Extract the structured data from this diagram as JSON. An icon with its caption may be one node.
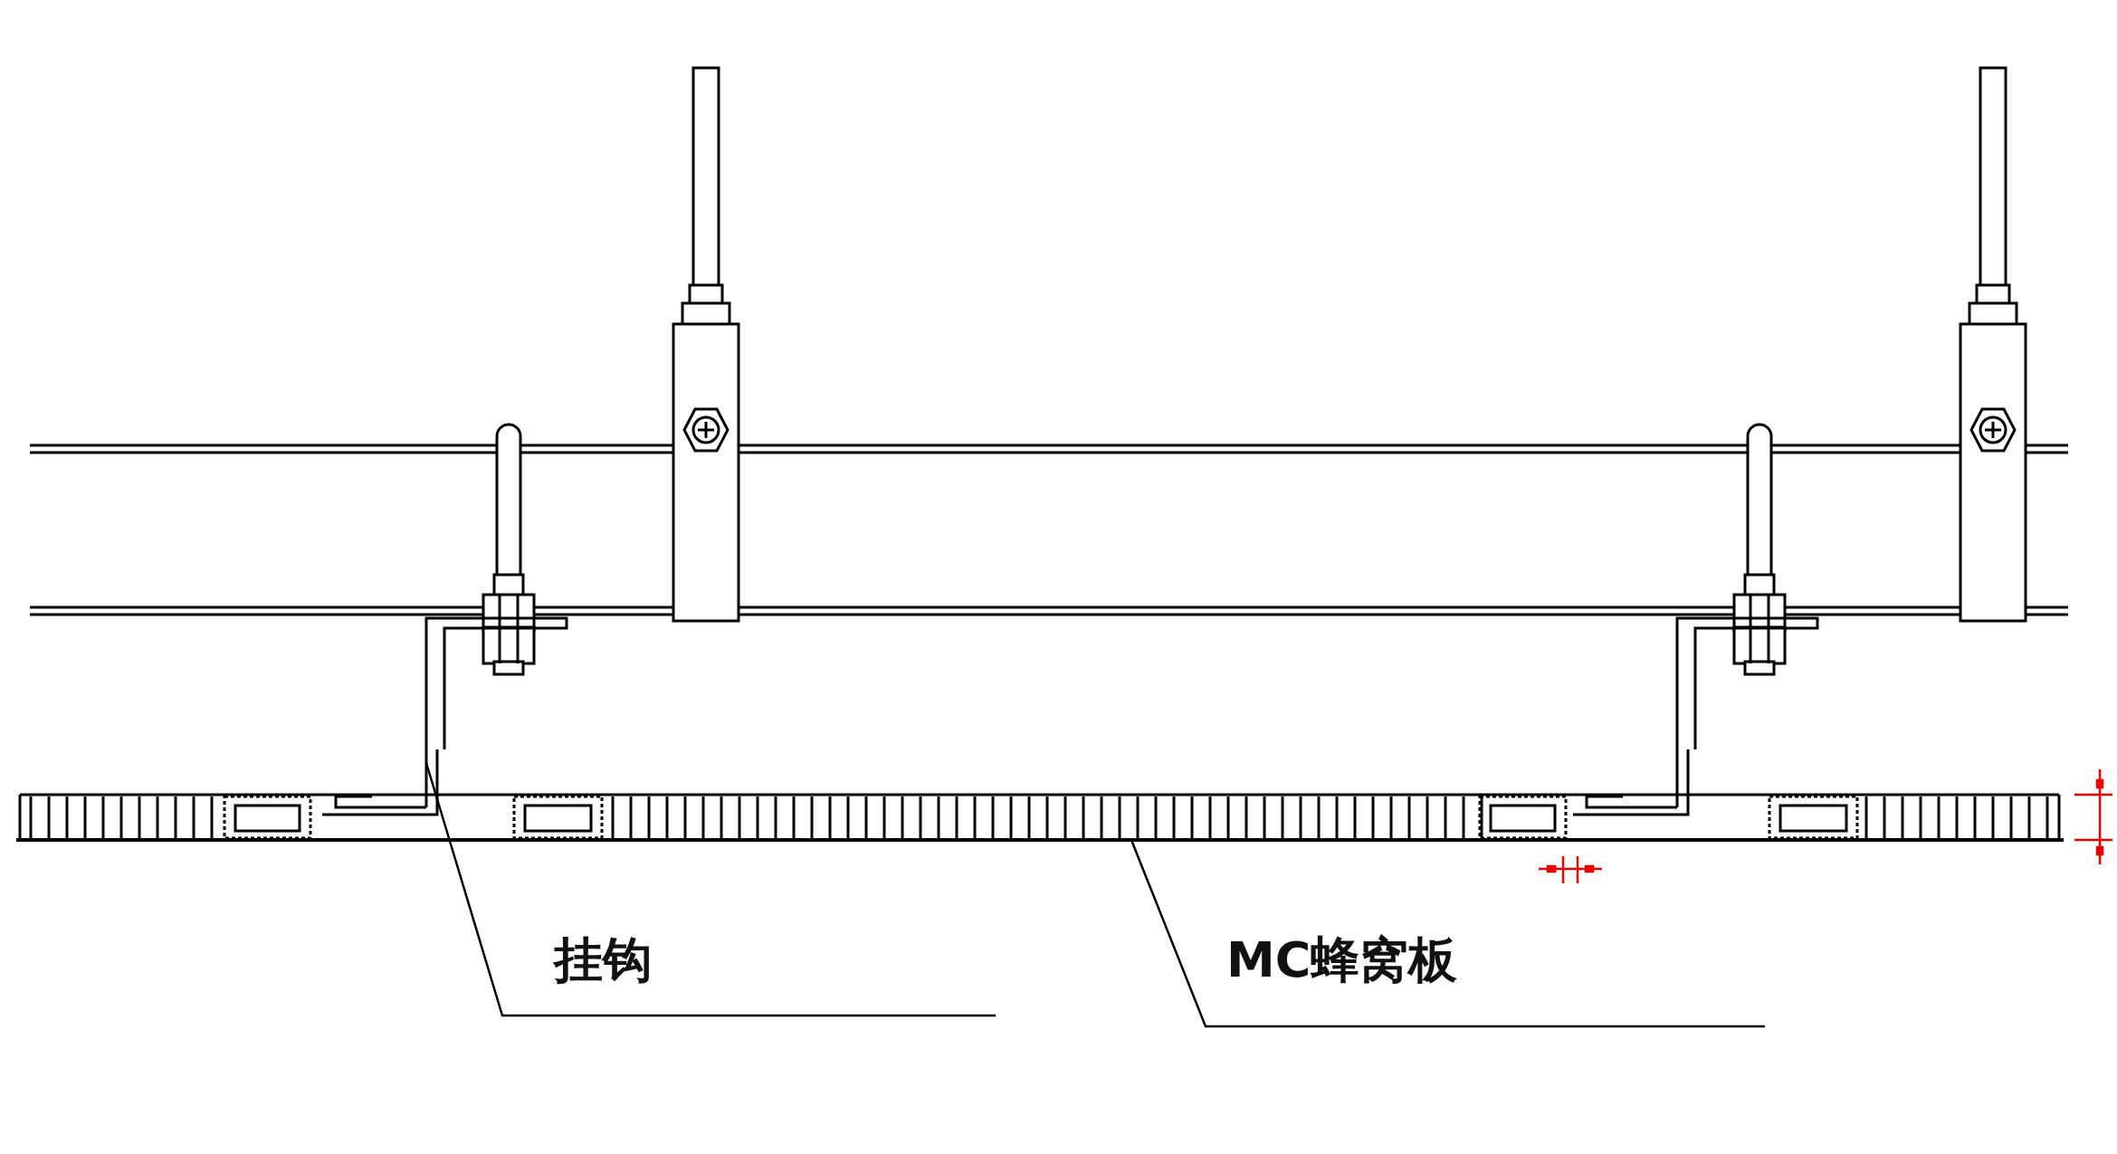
{
  "diagram": {
    "nodes": [
      {
        "text": [
          "挂钩"
        ]
      },
      {
        "text": [
          "MC蜂窝板"
        ]
      },
      {
        "text": [],
        "shape": "picture"
      },
      {
        "text": [],
        "shape": "picture"
      }
    ],
    "edges": [
      {
        "from": 0,
        "to": 2,
        "arrow": "none"
      },
      {
        "from": 1,
        "to": 3,
        "arrow": "none"
      }
    ]
  }
}
